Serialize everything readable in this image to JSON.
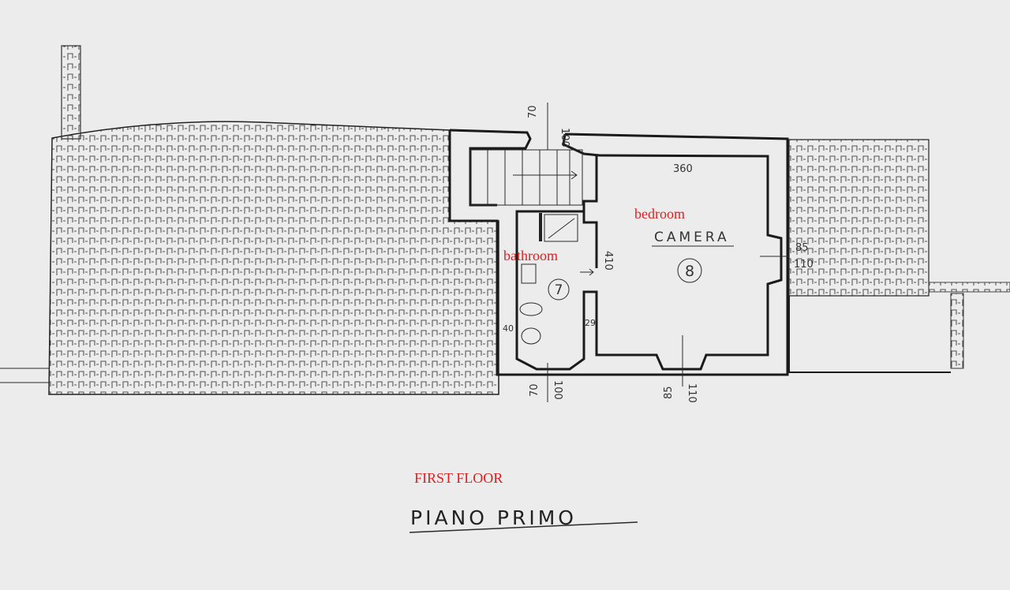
{
  "plan": {
    "title": "PIANO PRIMO",
    "title_translation": "FIRST FLOOR",
    "rooms": [
      {
        "number": "7",
        "translation": "bathroom"
      },
      {
        "number": "8",
        "name": "CAMERA",
        "translation": "bedroom"
      }
    ],
    "dimensions": {
      "top_window_a": "70",
      "top_window_b": "100",
      "bedroom_width": "360",
      "bedroom_depth": "410",
      "right_window_a": "85",
      "right_window_b": "110",
      "bath_wall_a": "40",
      "bath_wall_b": "29",
      "bottom_window_a": "70",
      "bottom_window_b": "100",
      "bottom_window2_a": "85",
      "bottom_window2_b": "110"
    },
    "colors": {
      "ink": "#1b1b1b",
      "annotation": "#e02020",
      "paper": "#ececec"
    }
  }
}
